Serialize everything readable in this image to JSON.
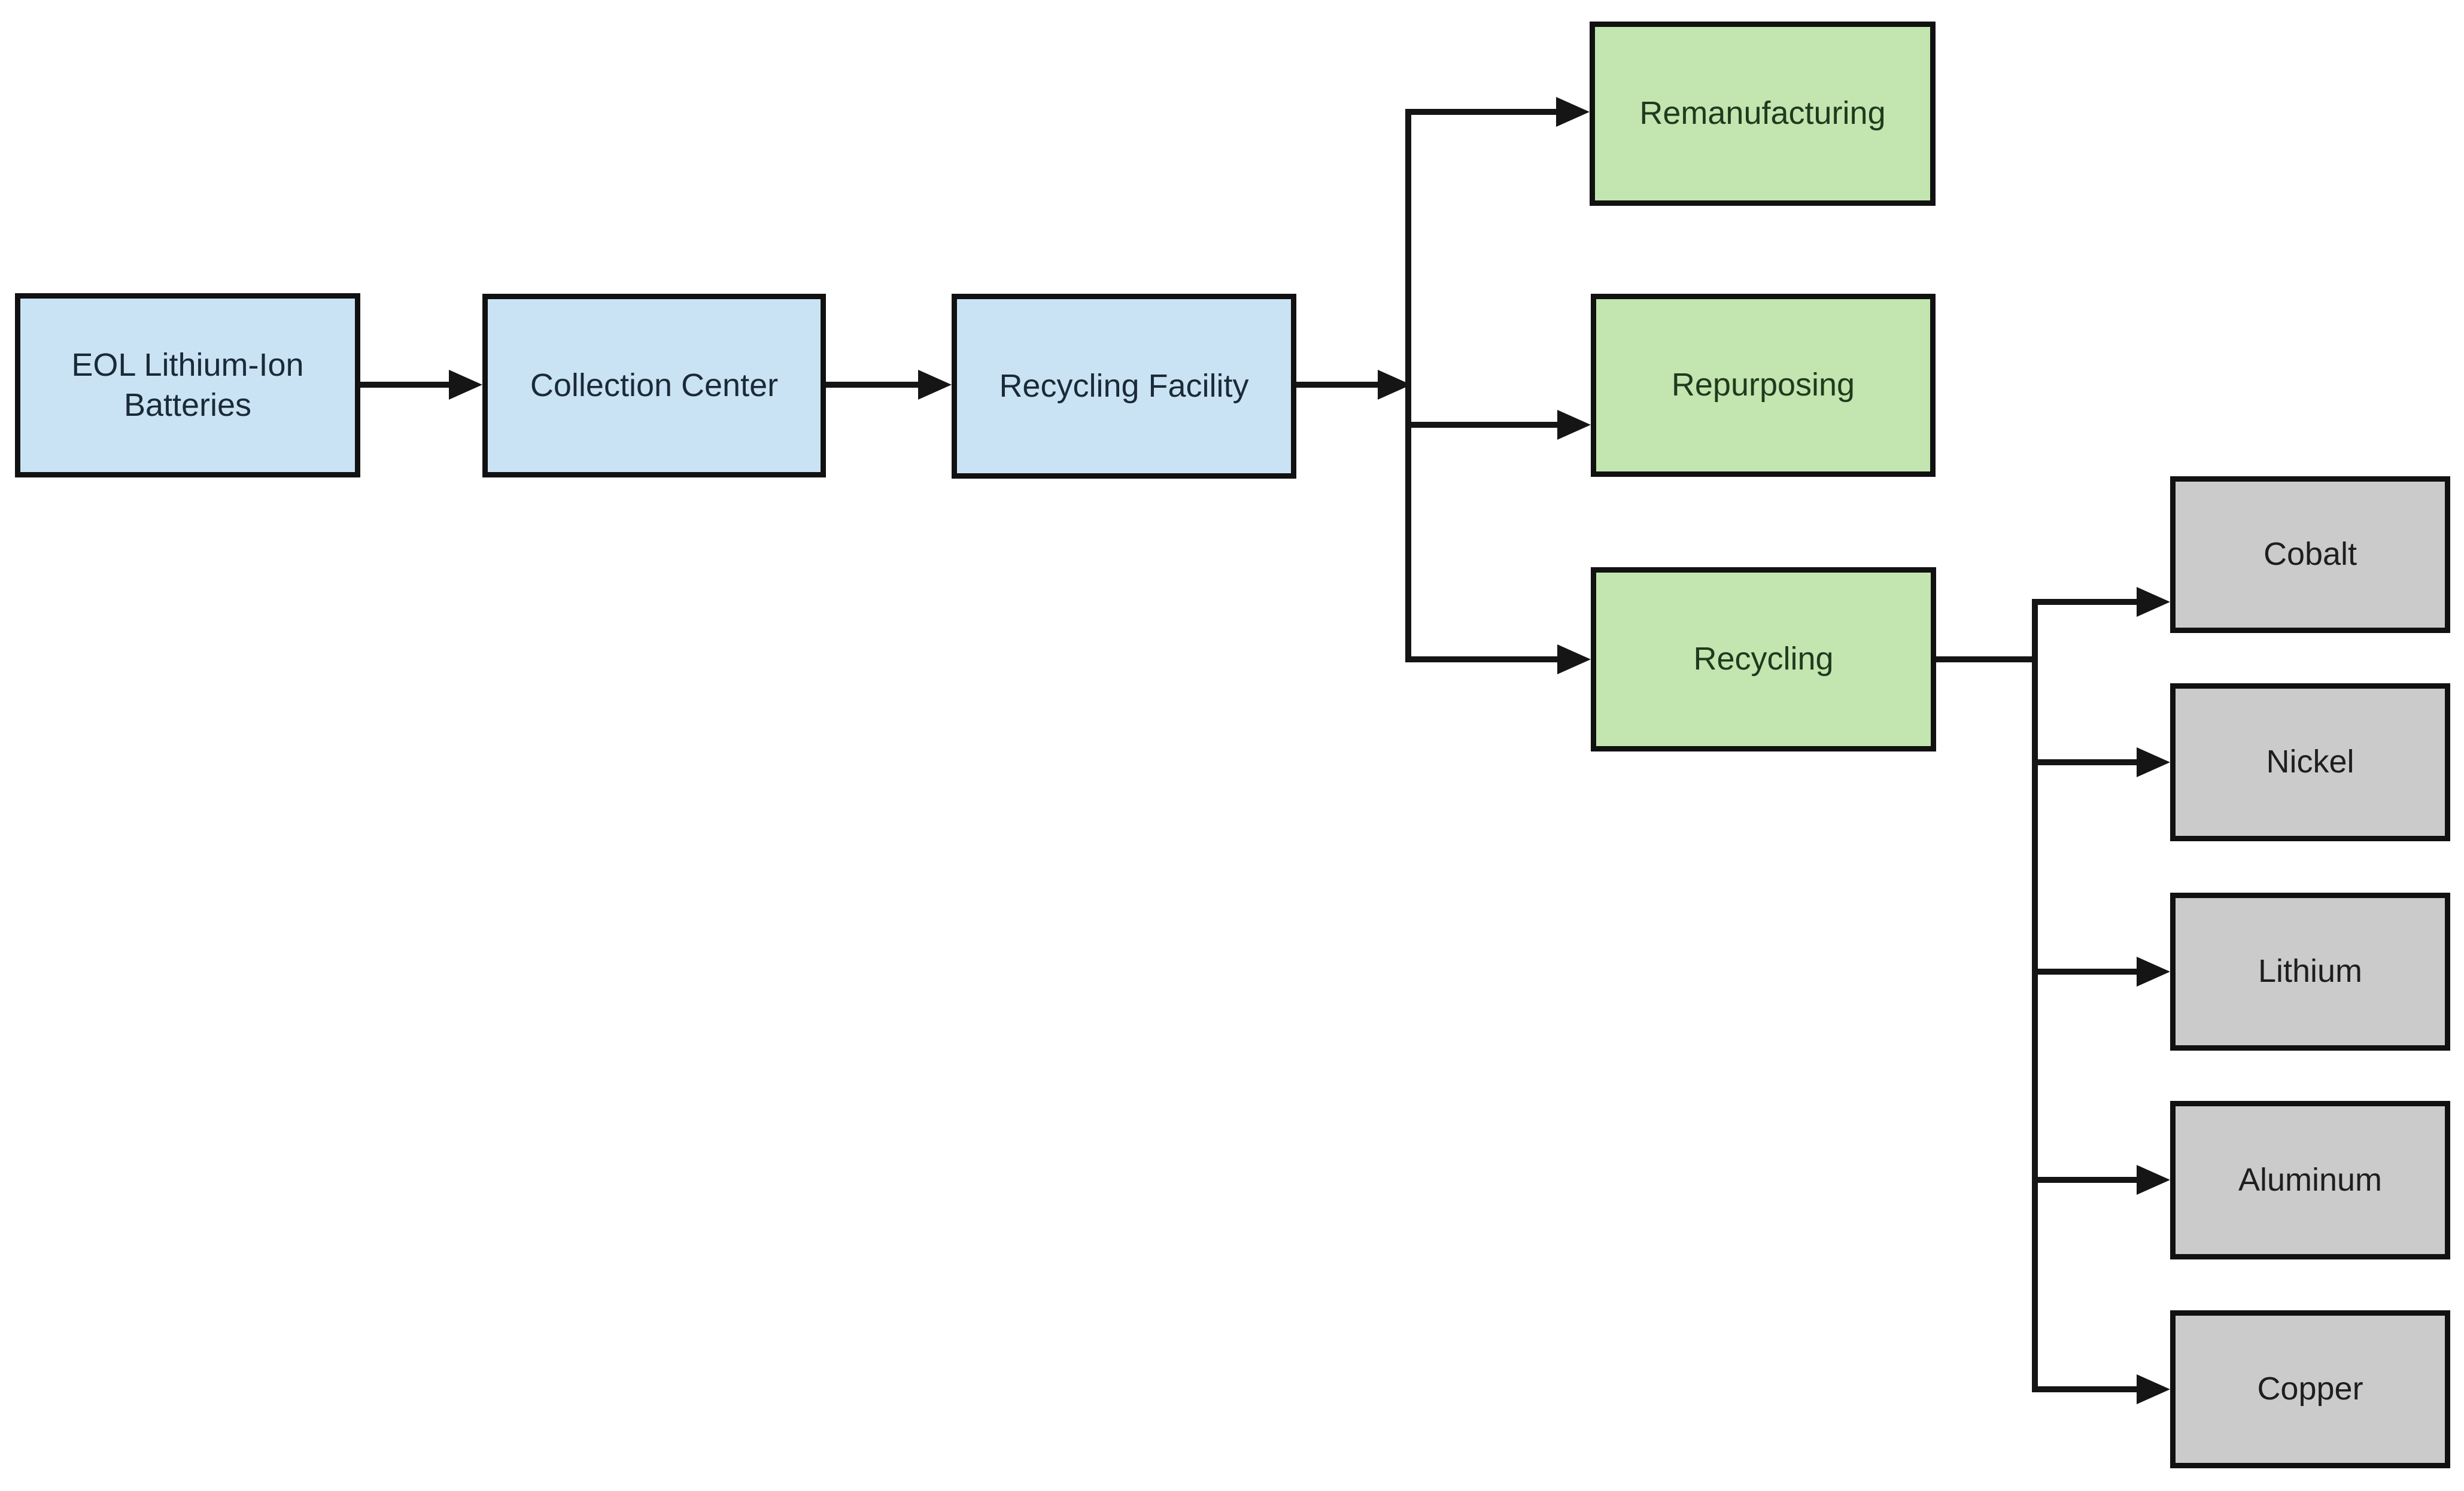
{
  "diagram": {
    "type": "flowchart",
    "background": "#ffffff",
    "colors": {
      "stage_fill": "#c9e3f4",
      "pathway_fill": "#c3e5af",
      "material_fill": "#cbcbcb",
      "box_border": "#111111",
      "connector": "#151515",
      "stage_text": "#1b2a38",
      "pathway_text": "#203a1e",
      "material_text": "#1e1e1e"
    },
    "nodes": [
      {
        "id": "eol-batteries",
        "label": "EOL Lithium-Ion Batteries",
        "category": "stage"
      },
      {
        "id": "collection-center",
        "label": "Collection Center",
        "category": "stage"
      },
      {
        "id": "recycling-facility",
        "label": "Recycling Facility",
        "category": "stage"
      },
      {
        "id": "remanufacturing",
        "label": "Remanufacturing",
        "category": "pathway"
      },
      {
        "id": "repurposing",
        "label": "Repurposing",
        "category": "pathway"
      },
      {
        "id": "recycling",
        "label": "Recycling",
        "category": "pathway"
      },
      {
        "id": "cobalt",
        "label": "Cobalt",
        "category": "material"
      },
      {
        "id": "nickel",
        "label": "Nickel",
        "category": "material"
      },
      {
        "id": "lithium",
        "label": "Lithium",
        "category": "material"
      },
      {
        "id": "aluminum",
        "label": "Aluminum",
        "category": "material"
      },
      {
        "id": "copper",
        "label": "Copper",
        "category": "material"
      }
    ],
    "edges": [
      {
        "from": "eol-batteries",
        "to": "collection-center"
      },
      {
        "from": "collection-center",
        "to": "recycling-facility"
      },
      {
        "from": "recycling-facility",
        "to": "remanufacturing"
      },
      {
        "from": "recycling-facility",
        "to": "repurposing"
      },
      {
        "from": "recycling-facility",
        "to": "recycling"
      },
      {
        "from": "recycling",
        "to": "cobalt"
      },
      {
        "from": "recycling",
        "to": "nickel"
      },
      {
        "from": "recycling",
        "to": "lithium"
      },
      {
        "from": "recycling",
        "to": "aluminum"
      },
      {
        "from": "recycling",
        "to": "copper"
      }
    ]
  }
}
